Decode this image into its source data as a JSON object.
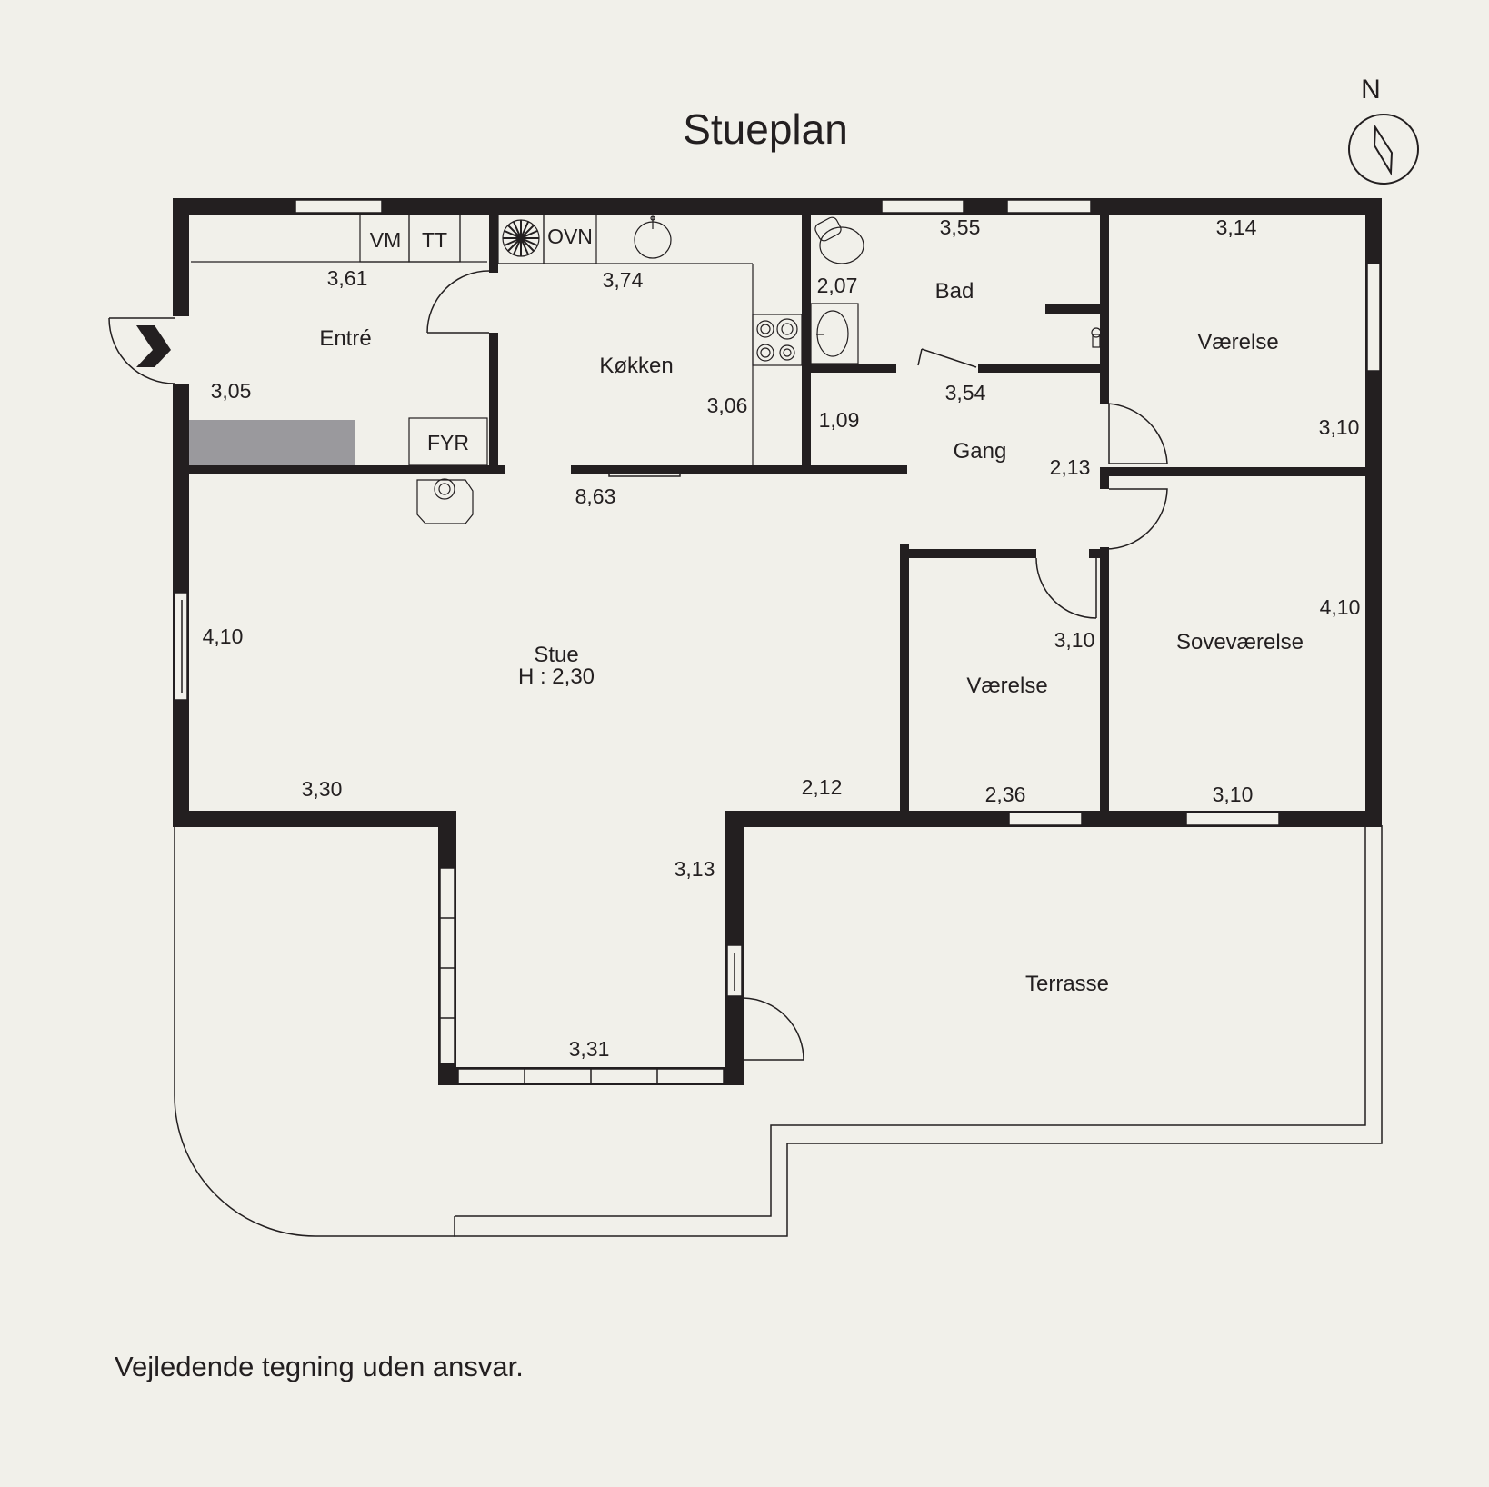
{
  "title": "Stueplan",
  "disclaimer": "Vejledende tegning uden ansvar.",
  "compass": {
    "label": "N"
  },
  "colors": {
    "background": "#f1f0ea",
    "wall": "#231f20",
    "line": "#231f20",
    "fill_grey": "#9a999d"
  },
  "rooms": {
    "entre": "Entré",
    "kokken": "Køkken",
    "bad": "Bad",
    "vaerelse_ne": "Værelse",
    "gang": "Gang",
    "stue": "Stue",
    "stue_height": "H : 2,30",
    "vaerelse_s": "Værelse",
    "sovevaerelse": "Soveværelse",
    "terrasse": "Terrasse"
  },
  "fixtures": {
    "vm": "VM",
    "tt": "TT",
    "ovn": "OVN",
    "fyr": "FYR"
  },
  "dimensions": {
    "entre_w": "3,61",
    "entre_h": "3,05",
    "kokken_w": "3,74",
    "kokken_h": "3,06",
    "bad_w": "3,55",
    "bad_h": "2,07",
    "vaerelse_ne_w": "3,14",
    "vaerelse_ne_h": "3,10",
    "gang_w": "3,54",
    "gang_h": "1,09",
    "gang_d": "2,13",
    "stue_w": "8,63",
    "stue_left": "4,10",
    "stue_bl": "3,30",
    "stue_br": "2,12",
    "stue_ext": "3,13",
    "stue_bottom": "3,31",
    "vaerelse_s_h": "3,10",
    "vaerelse_s_w": "2,36",
    "sove_h": "4,10",
    "sove_w": "3,10"
  }
}
